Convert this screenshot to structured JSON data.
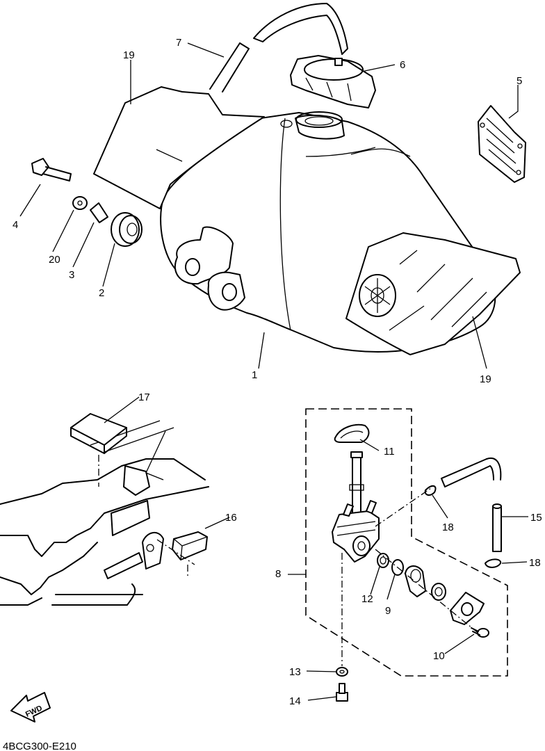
{
  "diagram": {
    "drawing_code": "4BCG300-E210",
    "fwd_label": "FWD",
    "callouts": {
      "c1": "1",
      "c2": "2",
      "c3": "3",
      "c4": "4",
      "c5": "5",
      "c6": "6",
      "c7": "7",
      "c8": "8",
      "c9": "9",
      "c10": "10",
      "c11": "11",
      "c12": "12",
      "c13": "13",
      "c14": "14",
      "c15": "15",
      "c16": "16",
      "c17": "17",
      "c18a": "18",
      "c18b": "18",
      "c19a": "19",
      "c19b": "19",
      "c20": "20"
    }
  }
}
